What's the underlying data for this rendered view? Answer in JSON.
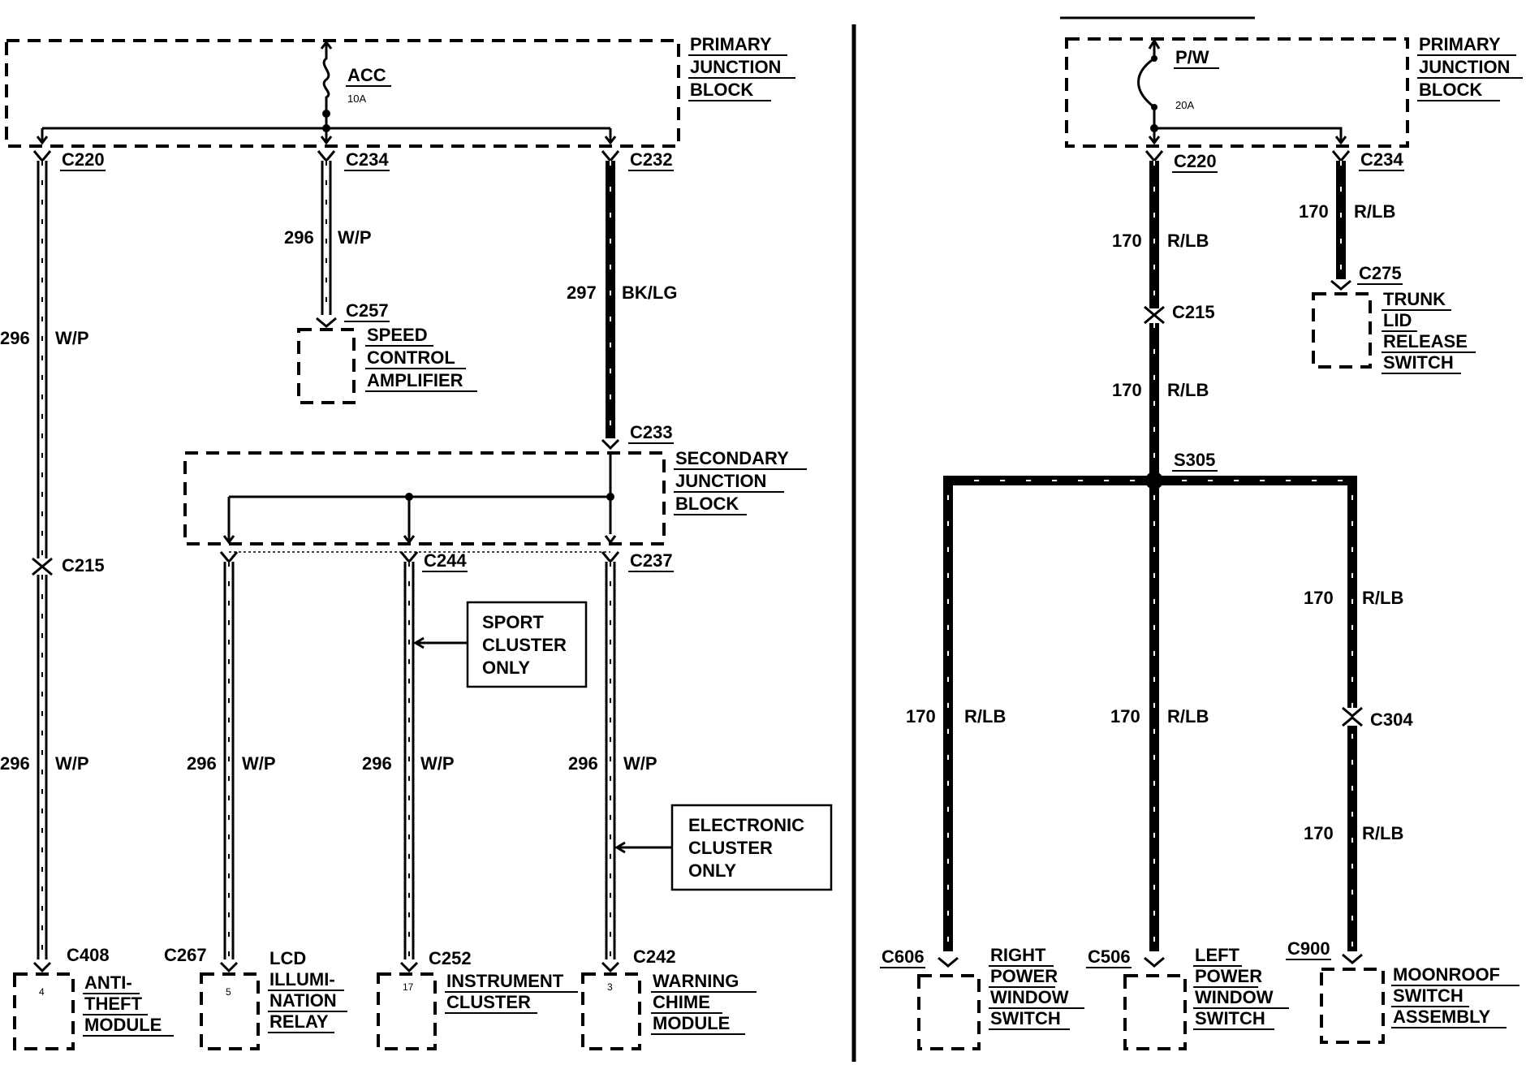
{
  "left": {
    "primary_block": [
      "PRIMARY",
      "JUNCTION",
      "BLOCK"
    ],
    "fuse": {
      "name": "ACC",
      "rating": "10A"
    },
    "top_connectors": [
      "C220",
      "C234",
      "C232"
    ],
    "speed_control": {
      "connector": "C257",
      "circuit": "296",
      "color": "W/P",
      "label": [
        "SPEED",
        "CONTROL",
        "AMPLIFIER"
      ]
    },
    "col1": {
      "circuit": "296",
      "color": "W/P",
      "inline": "C215"
    },
    "col_bk": {
      "circuit": "297",
      "color": "BK/LG",
      "bottom": "C233"
    },
    "secondary_block": [
      "SECONDARY",
      "JUNCTION",
      "BLOCK"
    ],
    "sec_connectors": [
      "C244",
      "C237"
    ],
    "sport_note": [
      "SPORT",
      "CLUSTER",
      "ONLY"
    ],
    "electronic_note": [
      "ELECTRONIC",
      "CLUSTER",
      "ONLY"
    ],
    "drops": [
      {
        "circuit": "296",
        "color": "W/P"
      },
      {
        "circuit": "296",
        "color": "W/P"
      },
      {
        "circuit": "296",
        "color": "W/P"
      },
      {
        "circuit": "296",
        "color": "W/P"
      }
    ],
    "modules": [
      {
        "connector": "C408",
        "pin": "4",
        "label": [
          "ANTI-",
          "THEFT",
          "MODULE"
        ]
      },
      {
        "connector": "C267",
        "pin": "5",
        "label": [
          "LCD",
          "ILLUMI-",
          "NATION",
          "RELAY"
        ]
      },
      {
        "connector": "C252",
        "pin": "17",
        "label": [
          "INSTRUMENT",
          "CLUSTER"
        ]
      },
      {
        "connector": "C242",
        "pin": "3",
        "label": [
          "WARNING",
          "CHIME",
          "MODULE"
        ]
      }
    ]
  },
  "right": {
    "primary_block": [
      "PRIMARY",
      "JUNCTION",
      "BLOCK"
    ],
    "breaker": {
      "name": "P/W",
      "rating": "20A"
    },
    "top_connectors": [
      "C220",
      "C234"
    ],
    "trunk": {
      "circuit": "170",
      "color": "R/LB",
      "connector": "C275",
      "label": [
        "TRUNK",
        "LID",
        "RELEASE",
        "SWITCH"
      ]
    },
    "main": {
      "circuit": "170",
      "color": "R/LB",
      "inline": "C215",
      "splice": "S305"
    },
    "branches": [
      {
        "circuit": "170",
        "color": "R/LB"
      },
      {
        "circuit": "170",
        "color": "R/LB"
      },
      {
        "circuit": "170",
        "color": "R/LB"
      }
    ],
    "moonroof_inline": "C304",
    "moonroof_circuit": {
      "circuit": "170",
      "color": "R/LB"
    },
    "switches": [
      {
        "connector": "C606",
        "label": [
          "RIGHT",
          "POWER",
          "WINDOW",
          "SWITCH"
        ]
      },
      {
        "connector": "C506",
        "label": [
          "LEFT",
          "POWER",
          "WINDOW",
          "SWITCH"
        ]
      },
      {
        "connector": "C900",
        "label": [
          "MOONROOF",
          "SWITCH",
          "ASSEMBLY"
        ]
      }
    ]
  }
}
